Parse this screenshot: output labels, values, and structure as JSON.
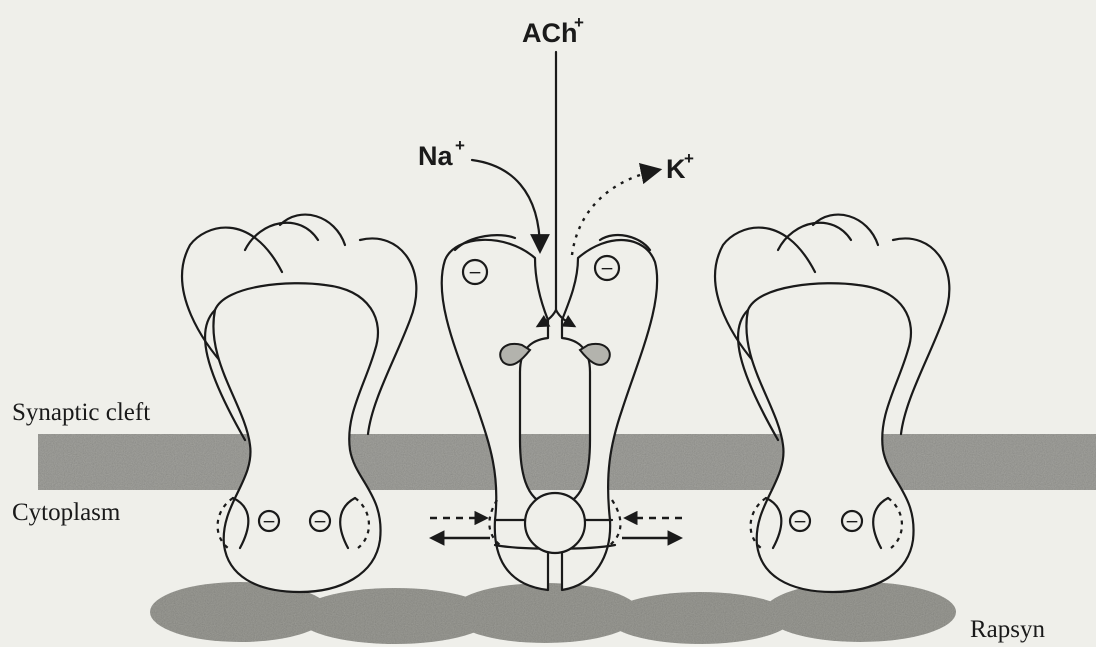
{
  "labels": {
    "synaptic_cleft": "Synaptic cleft",
    "cytoplasm": "Cytoplasm",
    "rapsyn": "Rapsyn",
    "ach": "ACh",
    "ach_charge": "+",
    "na": "Na",
    "na_charge": "+",
    "k": "K",
    "k_charge": "+"
  },
  "charge_sign": "−",
  "colors": {
    "background": "#efefea",
    "membrane": "#a9a9a4",
    "rapsyn": "#a2a29c",
    "ink": "#1a1a1a",
    "binding_site": "#b3b3ad"
  }
}
